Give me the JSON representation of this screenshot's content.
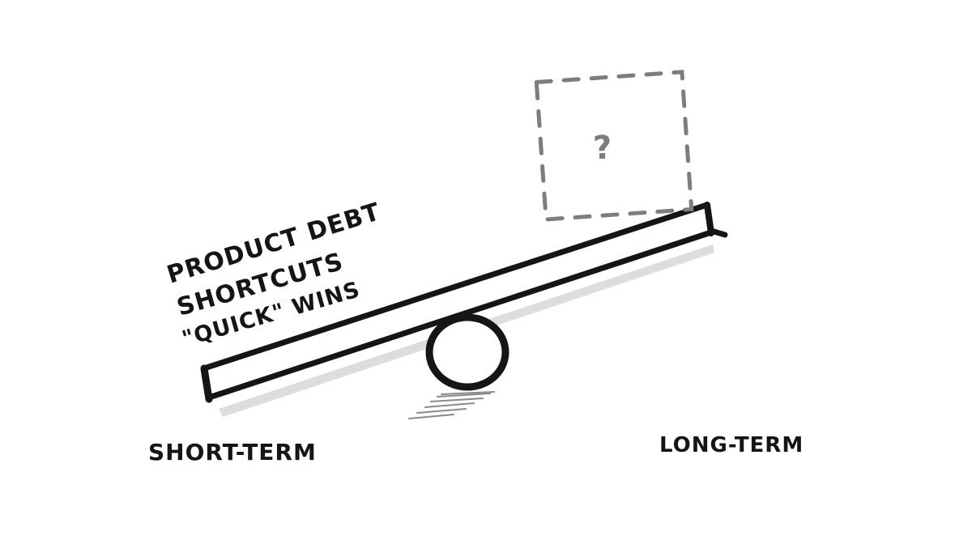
{
  "labels": {
    "left_pile": [
      "PRODUCT DEBT",
      "SHORTCUTS",
      "\"QUICK\" WINS"
    ],
    "unknown_box": "?",
    "left_side": "SHORT-TERM",
    "right_side": "LONG-TERM"
  },
  "colors": {
    "ink": "#151515",
    "shadow": "#c8c8c8",
    "dashed_box": "#7d7d7d",
    "background": "#ffffff"
  }
}
